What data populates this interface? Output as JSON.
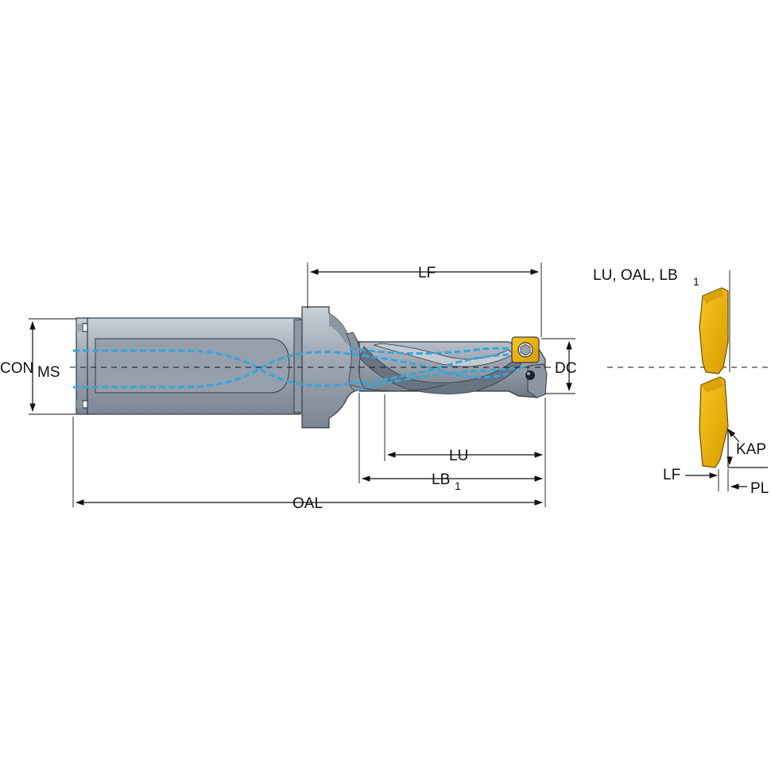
{
  "drawing": {
    "labels": {
      "con": "CON",
      "ms": "MS",
      "lf": "LF",
      "dc": "DC",
      "lu": "LU",
      "lb": "LB",
      "lb_sub": "1",
      "oal": "OAL",
      "insert_header": "LU, OAL, LB",
      "insert_header_sub": "1",
      "kap": "KAP",
      "insert_lf": "LF",
      "pl": "PL"
    },
    "colors": {
      "tool_body": "#a4adb8",
      "tool_shadow": "#7d8794",
      "tool_highlight": "#c9d0d8",
      "coolant": "#39a6d8",
      "insert": "#f2b705",
      "insert_dark": "#c98f00"
    }
  }
}
